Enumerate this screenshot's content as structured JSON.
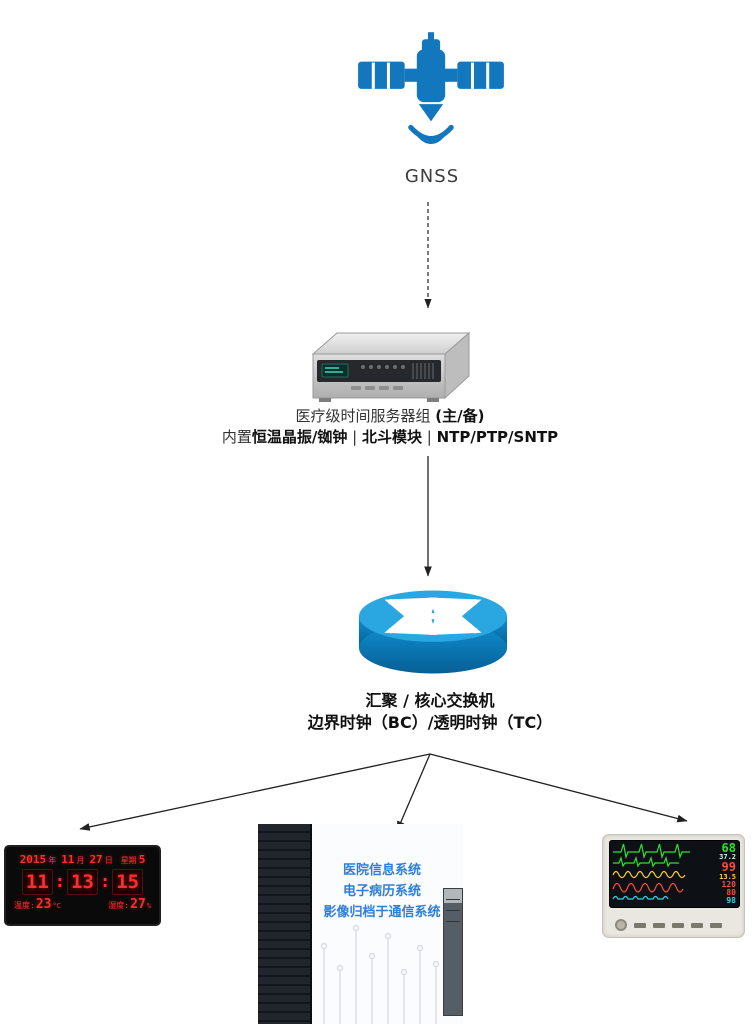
{
  "colors": {
    "diagram_blue": "#1377bd",
    "router_body_blue": "#0a76b4",
    "router_top_blue": "#2aa6e0",
    "led_red": "#ff2d2d",
    "his_text_blue": "#2f7ed8",
    "monitor_green": "#2ee22e",
    "monitor_red": "#ff4b3a",
    "monitor_cyan": "#35d2e8",
    "monitor_yellow": "#ffd23a"
  },
  "gnss": {
    "label": "GNSS"
  },
  "time_server": {
    "title_parts": [
      {
        "text": "医疗级时间服务器组 "
      },
      {
        "text": "(主/备)"
      }
    ],
    "spec_parts": [
      {
        "text": "内置"
      },
      {
        "text": "恒温晶振/铷钟"
      },
      {
        "text": " | "
      },
      {
        "text": "北斗模块"
      },
      {
        "text": " | "
      },
      {
        "text": "NTP/PTP/SNTP"
      }
    ]
  },
  "core_switch": {
    "line1": "汇聚 / 核心交换机",
    "line2": "边界时钟（BC）/透明时钟（TC）"
  },
  "wall_clock": {
    "year": "2015",
    "year_label": "年",
    "month": "11",
    "month_label": "月",
    "day": "27",
    "day_label": "日",
    "week_label": "星期",
    "week": "5",
    "hh": "11",
    "mm": "13",
    "ss": "15",
    "colon": ":",
    "temp_label": "温度:",
    "temp": "23",
    "temp_unit": "°C",
    "hum_label": "湿度:",
    "hum": "27",
    "hum_unit": "%"
  },
  "his_systems": {
    "lines": [
      "医院信息系统",
      "电子病历系统",
      "影像归档于通信系统"
    ]
  },
  "patient_monitor": {
    "hr": "68",
    "temp": "37.2",
    "spo2": "99",
    "resp": "13.5",
    "nibp_sys": "120",
    "nibp_dia": "80",
    "perf": "98"
  }
}
